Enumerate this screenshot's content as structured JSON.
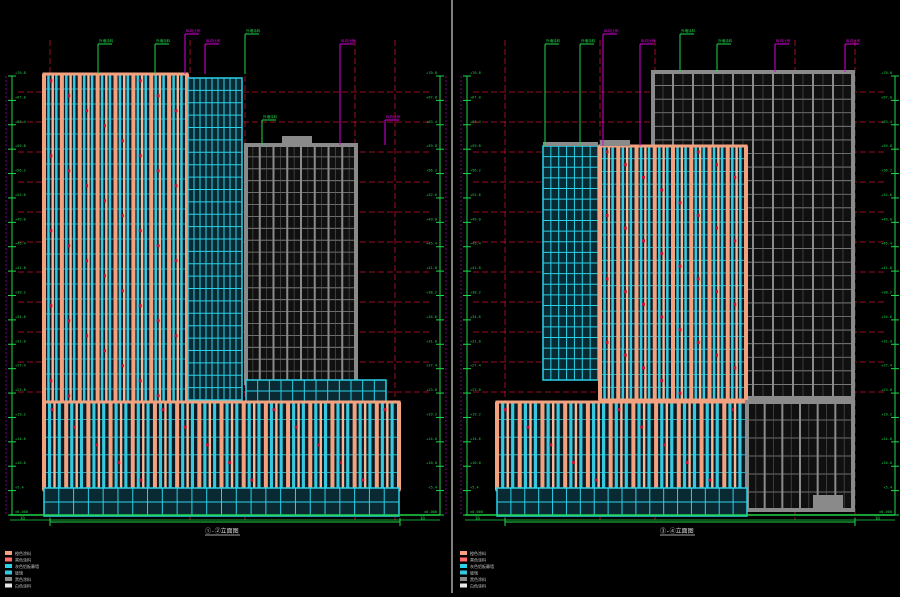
{
  "colors": {
    "background": "#000000",
    "orange": "#f2a27f",
    "orange_line": "#f7b898",
    "cyan": "#2ad1e8",
    "gray": "#8a8a8a",
    "gray_dark": "#5c5c5c",
    "green": "#1fd64a",
    "red": "#c8102e",
    "magenta": "#d800d8",
    "divider": "#ffffff"
  },
  "sheets": [
    {
      "id": "left",
      "caption": "①-②立面图",
      "left_level_labels": [
        "+70.8",
        "+67.0",
        "+63.4",
        "+59.8",
        "+56.2",
        "+52.6",
        "+49.0",
        "+45.4",
        "+41.8",
        "+38.2",
        "+34.6",
        "+31.0",
        "+27.4",
        "+23.8",
        "+19.2",
        "+14.6",
        "+10.0",
        "+5.4",
        "±0.000"
      ],
      "right_level_labels": [
        "+70.8",
        "+67.0",
        "+63.4",
        "+59.8",
        "+56.2",
        "+52.6",
        "+49.0",
        "+45.4",
        "+41.8",
        "+38.2",
        "+34.6",
        "+31.0",
        "+27.4",
        "+23.8",
        "+19.2",
        "+14.6",
        "+10.0",
        "+5.4",
        "±0.000"
      ],
      "callouts": [
        "外墙涂料",
        "外墙涂料",
        "纵向比例",
        "纵向比例",
        "外墙涂料",
        "外墙涂料",
        "纵向比例",
        "纵向比例"
      ],
      "legend": [
        "橙色涂料",
        "黑色涂料",
        "灰色铝板幕墙",
        "玻璃",
        "黑色涂料",
        "白色涂料"
      ],
      "corner_numbers": [
        "30",
        "30"
      ]
    },
    {
      "id": "right",
      "caption": "③-④立面图",
      "left_level_labels": [
        "+70.8",
        "+67.0",
        "+63.4",
        "+59.8",
        "+56.2",
        "+52.6",
        "+49.0",
        "+45.4",
        "+41.8",
        "+38.2",
        "+34.6",
        "+31.0",
        "+27.4",
        "+23.8",
        "+19.2",
        "+14.6",
        "+10.0",
        "+5.4",
        "±0.000"
      ],
      "right_level_labels": [
        "+70.8",
        "+67.0",
        "+63.4",
        "+59.8",
        "+56.2",
        "+52.6",
        "+49.0",
        "+45.4",
        "+41.8",
        "+38.2",
        "+34.6",
        "+31.0",
        "+27.4",
        "+23.8",
        "+19.2",
        "+14.6",
        "+10.0",
        "+5.4",
        "±0.000"
      ],
      "callouts": [
        "外墙涂料",
        "外墙涂料",
        "纵向比例",
        "纵向比例",
        "外墙涂料",
        "外墙涂料",
        "纵向比例",
        "纵向比例"
      ],
      "legend": [
        "橙色涂料",
        "黑色涂料",
        "灰色铝板幕墙",
        "玻璃",
        "黑色涂料",
        "白色涂料"
      ],
      "corner_numbers": [
        "30",
        "30"
      ]
    }
  ]
}
